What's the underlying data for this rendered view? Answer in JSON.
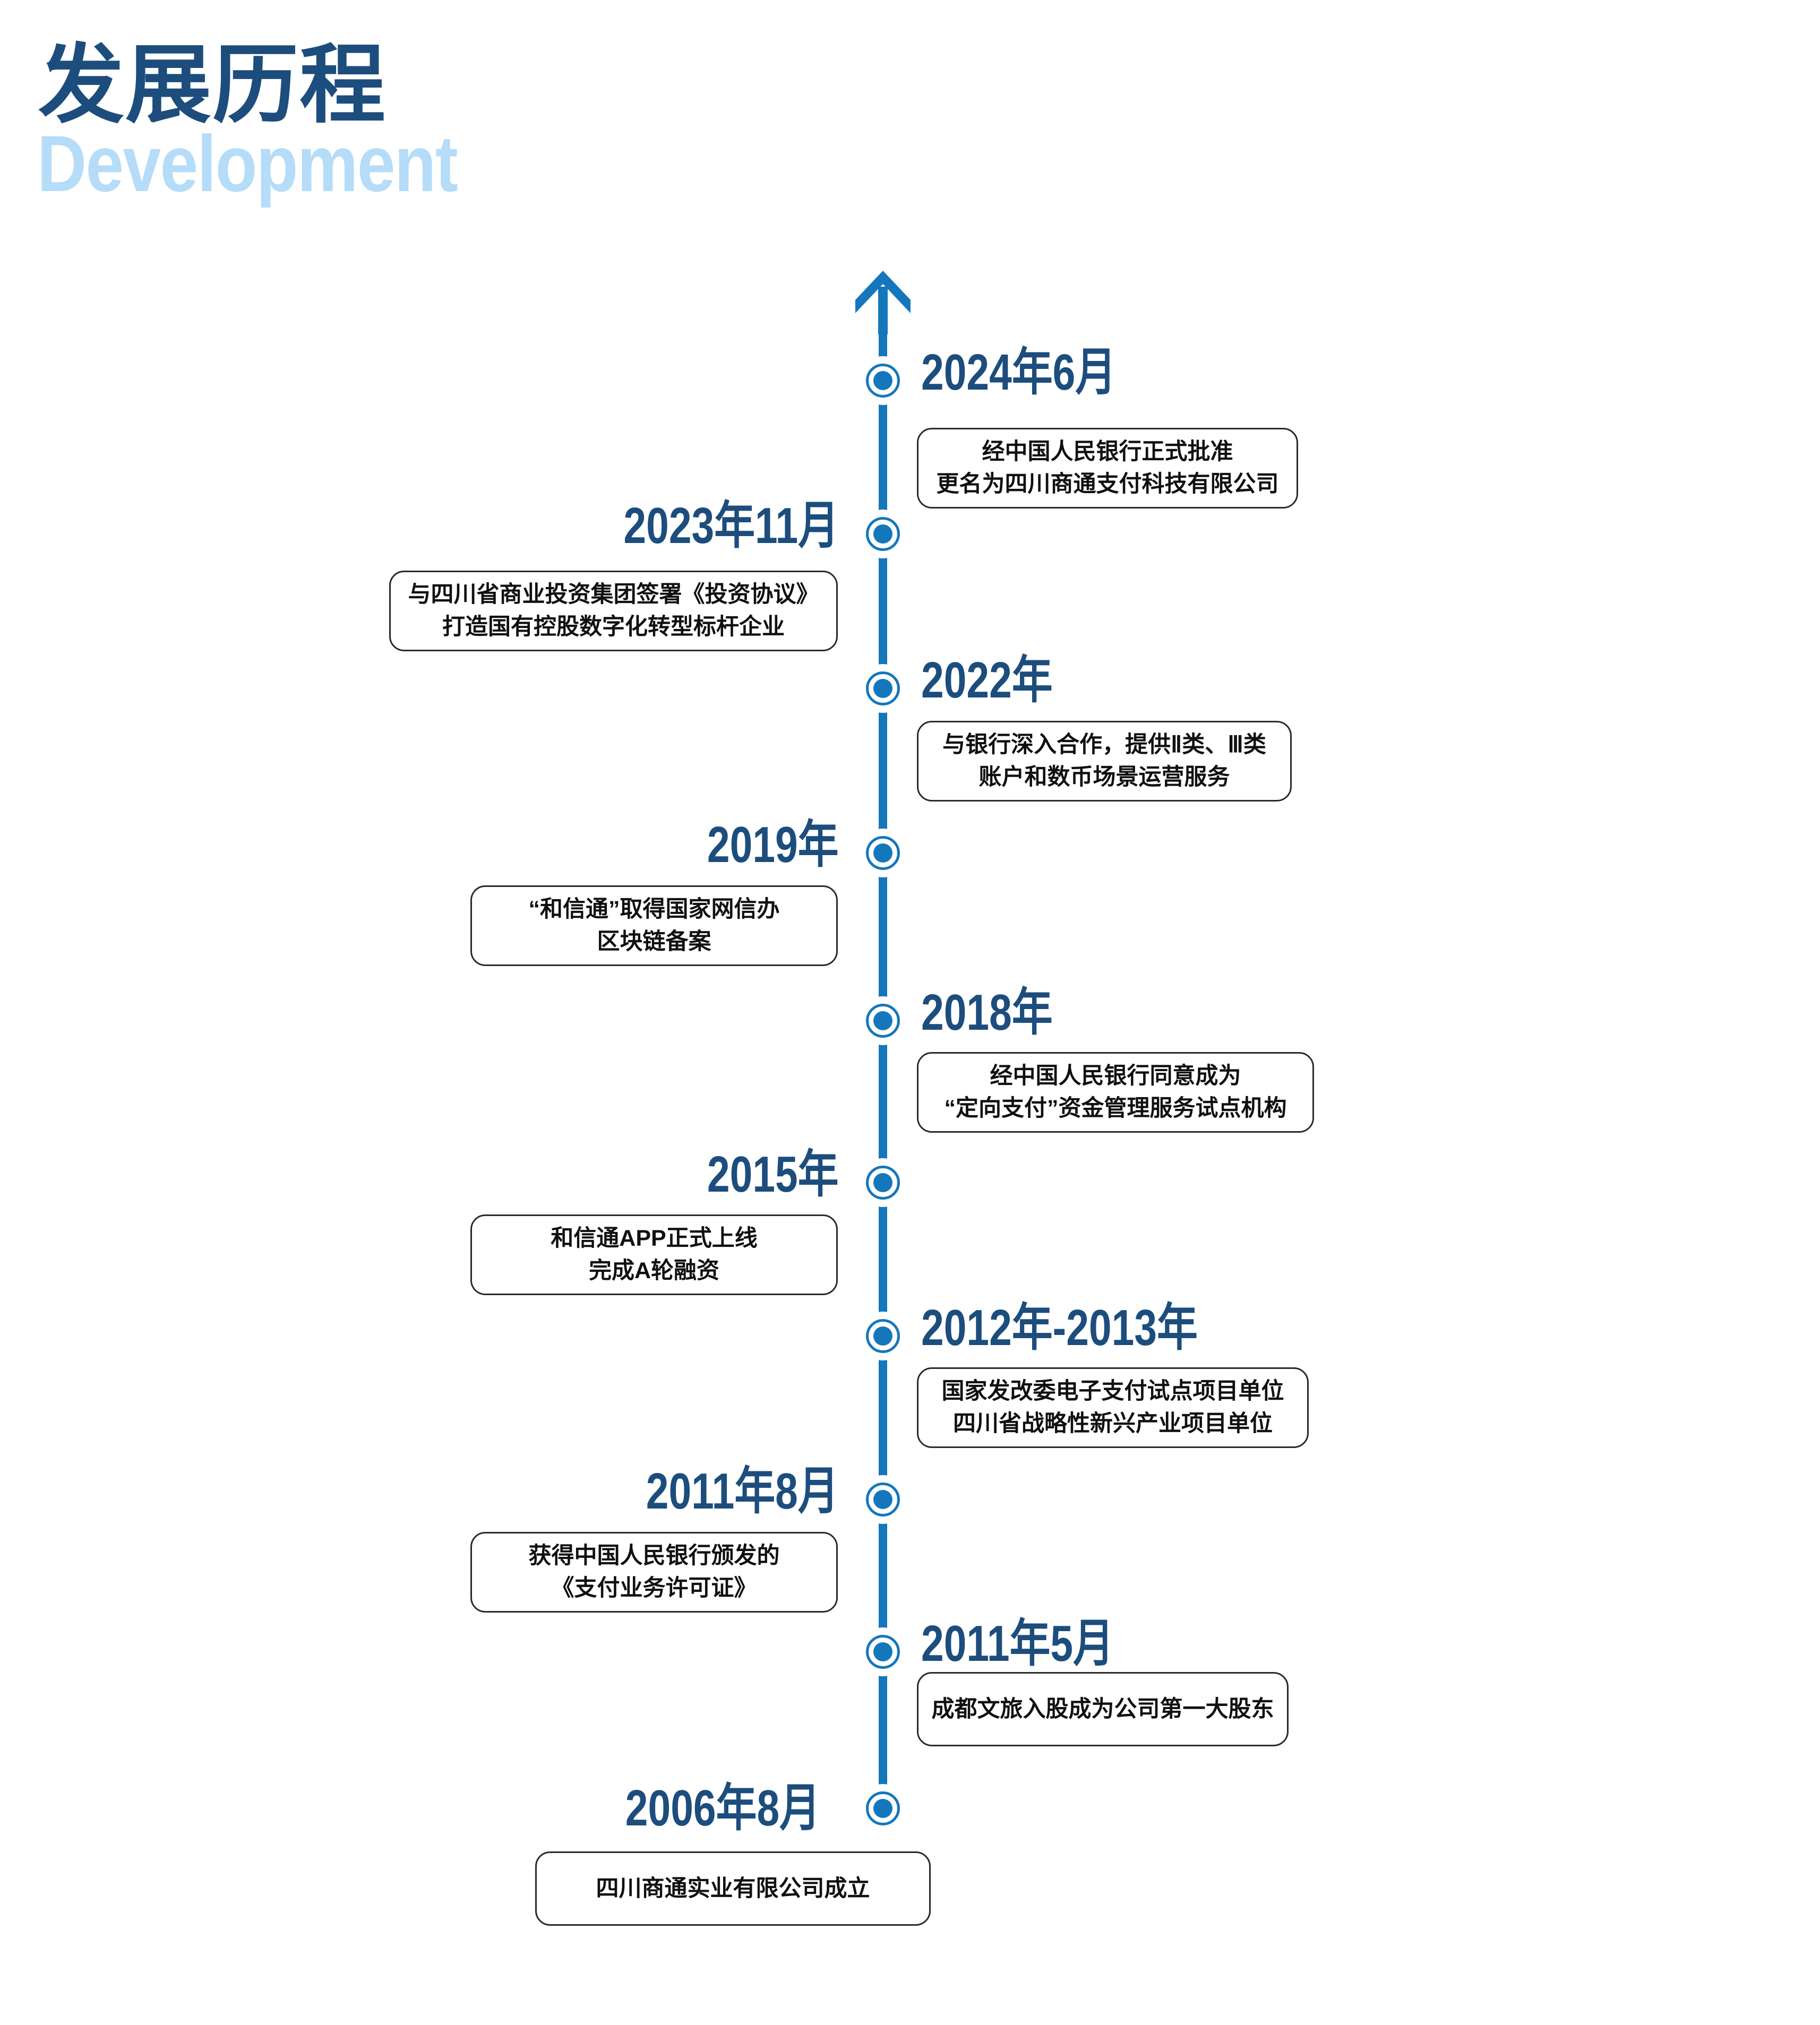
{
  "header": {
    "title_cn": "发展历程",
    "title_en": "Development"
  },
  "colors": {
    "navy": "#1c4d7d",
    "light_blue": "#b5dcf8",
    "timeline_blue": "#1477bb",
    "box_border": "#2a2a2a",
    "box_text": "#101010"
  },
  "timeline": {
    "direction": "up",
    "events": [
      {
        "date": "2024年6月",
        "side": "right",
        "lines": [
          "经中国人民银行正式批准",
          "更名为四川商通支付科技有限公司"
        ]
      },
      {
        "date": "2023年11月",
        "side": "left",
        "lines": [
          "与四川省商业投资集团签署《投资协议》",
          "打造国有控股数字化转型标杆企业"
        ]
      },
      {
        "date": "2022年",
        "side": "right",
        "lines": [
          "与银行深入合作，提供Ⅱ类、Ⅲ类",
          "账户和数币场景运营服务"
        ]
      },
      {
        "date": "2019年",
        "side": "left",
        "lines": [
          "“和信通”取得国家网信办",
          "区块链备案"
        ]
      },
      {
        "date": "2018年",
        "side": "right",
        "lines": [
          "经中国人民银行同意成为",
          "“定向支付”资金管理服务试点机构"
        ]
      },
      {
        "date": "2015年",
        "side": "left",
        "lines": [
          "和信通APP正式上线",
          "完成A轮融资"
        ]
      },
      {
        "date": "2012年-2013年",
        "side": "right",
        "lines": [
          "国家发改委电子支付试点项目单位",
          "四川省战略性新兴产业项目单位"
        ]
      },
      {
        "date": "2011年8月",
        "side": "left",
        "lines": [
          "获得中国人民银行颁发的",
          "《支付业务许可证》"
        ]
      },
      {
        "date": "2011年5月",
        "side": "right",
        "lines": [
          "成都文旅入股成为公司第一大股东"
        ]
      },
      {
        "date": "2006年8月",
        "side": "left-below",
        "lines": [
          "四川商通实业有限公司成立"
        ]
      }
    ]
  }
}
